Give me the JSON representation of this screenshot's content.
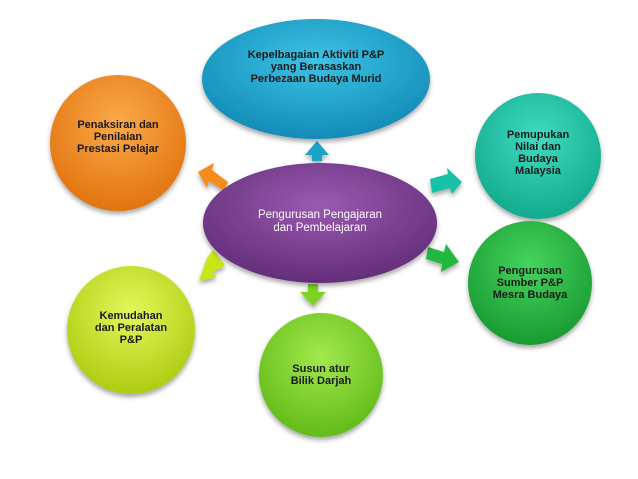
{
  "center": {
    "label": "Pengurusan Pengajaran\ndan Pembelajaran",
    "color": "#7b3c8f"
  },
  "nodes": [
    {
      "id": "top",
      "label": "Kepelbagaian Aktiviti P&P\nyang Berasaskan\nPerbezaan Budaya Murid",
      "color": "#1aa3c9"
    },
    {
      "id": "right-upper",
      "label": "Pemupukan\nNilai dan\nBudaya\nMalaysia",
      "color": "#19c3a6"
    },
    {
      "id": "right-lower",
      "label": "Pengurusan\nSumber P&P\nMesra Budaya",
      "color": "#22b83f"
    },
    {
      "id": "bottom",
      "label": "Susun atur\nBilik Darjah",
      "color": "#7ed321"
    },
    {
      "id": "left-lower",
      "label": "Kemudahan\ndan Peralatan\nP&P",
      "color": "#c8e619"
    },
    {
      "id": "left-upper",
      "label": "Penaksiran dan\nPenilaian\nPrestasi Pelajar",
      "color": "#f58c1f"
    }
  ]
}
